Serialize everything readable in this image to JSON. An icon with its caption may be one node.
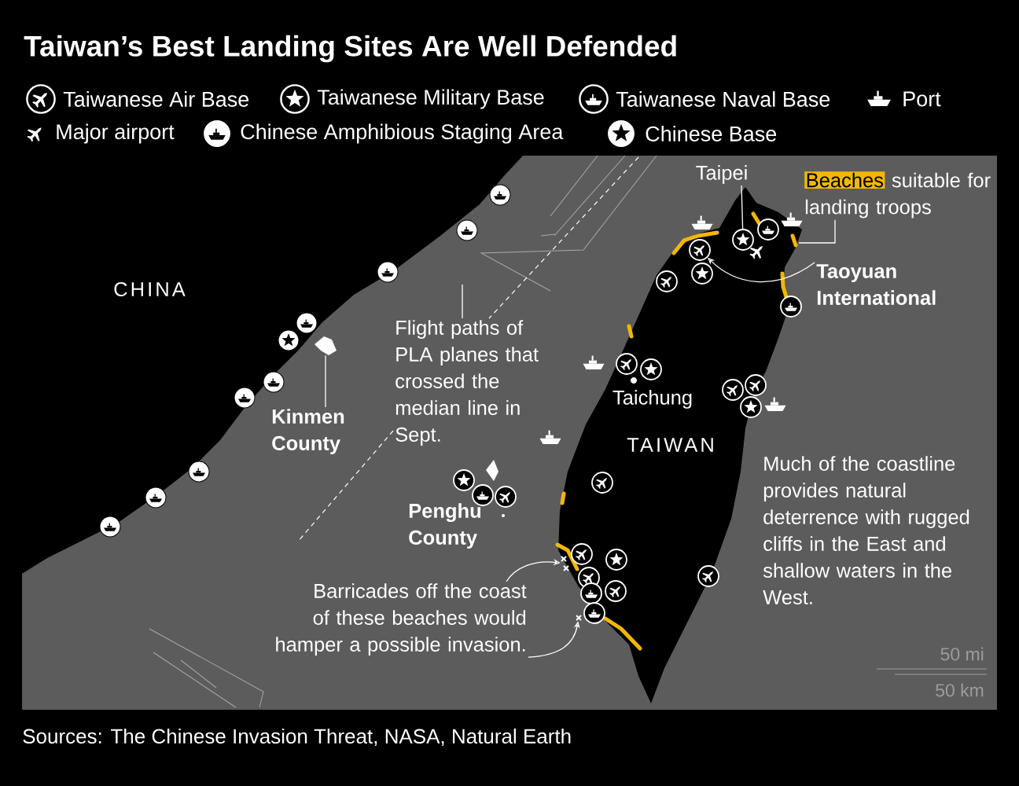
{
  "diagram": {
    "title": "Taiwan’s Best Landing Sites Are Well Defended",
    "caption": "Sources: The Chinese Invasion Threat, NASA, Natural Earth",
    "nodes": [
      {
        "text": [
          "Taipei"
        ]
      },
      {
        "text": [
          "Beaches",
          "suitable for landing troops"
        ]
      },
      {
        "text": [
          "Taoyuan International"
        ]
      },
      {
        "text": [
          "Kinmen County"
        ]
      },
      {
        "text": [
          "Flight paths of PLA planes that crossed the median line in Sept."
        ]
      },
      {
        "text": [
          "Barricades off the coast of these beaches would hamper a possible invasion."
        ]
      },
      {
        "text": [],
        "shape": "circle"
      },
      {
        "text": [],
        "shape": "circle"
      },
      {
        "text": [],
        "shape": "island"
      },
      {
        "text": [],
        "shape": "cross"
      },
      {
        "text": [],
        "shape": "cross"
      }
    ],
    "edges": [
      {
        "from": 0,
        "to": 6,
        "arrow": "none"
      },
      {
        "from": 1,
        "to": null,
        "arrow": "none"
      },
      {
        "from": 2,
        "to": 7,
        "arrow": "to"
      },
      {
        "from": 3,
        "to": 8,
        "arrow": "none"
      },
      {
        "from": 4,
        "to": null,
        "arrow": "none"
      },
      {
        "from": 5,
        "to": 9,
        "arrow": "to"
      },
      {
        "from": 5,
        "to": 10,
        "arrow": "to"
      }
    ],
    "labels": [
      "CHINA",
      "Taichung",
      "TAIWAN",
      "Penghu County",
      "Much of the coastline provides natural deterrence with rugged cliffs in the East and shallow waters in the West.",
      "50 mi",
      "50 km"
    ],
    "legend": [
      {
        "text": "Taiwanese Air Base"
      },
      {
        "text": "Taiwanese Military Base"
      },
      {
        "text": "Taiwanese Naval Base"
      },
      {
        "text": "Port"
      },
      {
        "text": "Major airport"
      },
      {
        "text": "Chinese Amphibious Staging Area"
      },
      {
        "text": "Chinese Base"
      }
    ]
  }
}
